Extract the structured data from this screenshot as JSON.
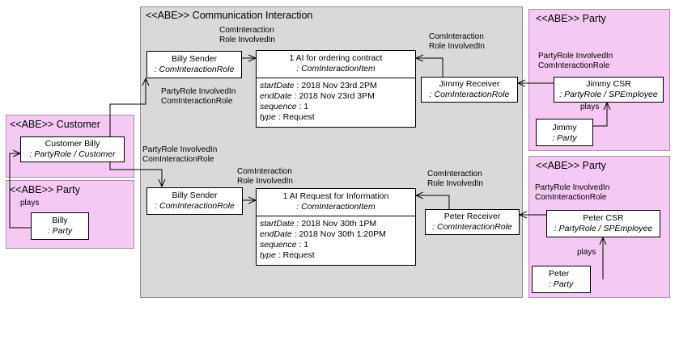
{
  "packages": {
    "comm": {
      "title": "<<ABE>> Communication Interaction"
    },
    "party_jimmy": {
      "title": "<<ABE>> Party"
    },
    "customer": {
      "title": "<<ABE>> Customer"
    },
    "party_billy": {
      "title": "<<ABE>> Party"
    },
    "party_peter": {
      "title": "<<ABE>> Party"
    }
  },
  "elements": {
    "billy_sender_top": {
      "name": "Billy Sender",
      "type": ": ComInteractionRole"
    },
    "ai_contract": {
      "name": "1 AI for ordering contract",
      "type": ": ComInteractionItem",
      "attrs": [
        {
          "key": "startDate",
          "value": " : 2018 Nov 23rd 2PM"
        },
        {
          "key": "endDate",
          "value": " : 2018 Nov 23rd 3PM"
        },
        {
          "key": "sequence",
          "value": " : 1"
        },
        {
          "key": "type",
          "value": " : Request"
        }
      ]
    },
    "jimmy_receiver": {
      "name": "Jimmy Receiver",
      "type": ": ComInteractionRole"
    },
    "jimmy_csr": {
      "name": "Jimmy CSR",
      "type": ": PartyRole / SPEmployee"
    },
    "jimmy": {
      "name": "Jimmy",
      "type": ": Party"
    },
    "customer_billy": {
      "name": "Customer Billy",
      "type": ": PartyRole / Customer"
    },
    "billy": {
      "name": "Billy",
      "type": ": Party"
    },
    "billy_sender_bottom": {
      "name": "Billy Sender",
      "type": ": ComInteractionRole"
    },
    "ai_info": {
      "name": "1 AI Request for Information",
      "type": ": ComInteractionItem",
      "attrs": [
        {
          "key": "startDate",
          "value": " : 2018 Nov 30th 1PM"
        },
        {
          "key": "endDate",
          "value": " : 2018 Nov 30th 1:20PM"
        },
        {
          "key": "sequence",
          "value": " : 1"
        },
        {
          "key": "type",
          "value": " : Request"
        }
      ]
    },
    "peter_receiver": {
      "name": "Peter Receiver",
      "type": ": ComInteractionRole"
    },
    "peter_csr": {
      "name": "Peter CSR",
      "type": ": PartyRole / SPEmployee"
    },
    "peter": {
      "name": "Peter",
      "type": ": Party"
    }
  },
  "labels": {
    "ci_role_top_left_1": "ComInteraction",
    "ci_role_top_left_2": "Role InvolvedIn",
    "ci_role_top_right_1": "ComInteraction",
    "ci_role_top_right_2": "Role InvolvedIn",
    "pr_jimmy_1": "PartyRole InvolvedIn",
    "pr_jimmy_2": "ComInteractionRole",
    "pr_billy_top_1": "PartyRole InvolvedIn",
    "pr_billy_top_2": "ComInteractionRole",
    "pr_billy_bottom_1": "PartyRole InvolvedIn",
    "pr_billy_bottom_2": "ComInteractionRole",
    "ci_role_bot_left_1": "ComInteraction",
    "ci_role_bot_left_2": "Role InvolvedIn",
    "ci_role_bot_right_1": "ComInteraction",
    "ci_role_bot_right_2": "Role InvolvedIn",
    "pr_peter_1": "PartyRole InvolvedIn",
    "pr_peter_2": "ComInteractionRole",
    "plays_jimmy": "plays",
    "plays_billy": "plays",
    "plays_peter": "plays"
  }
}
